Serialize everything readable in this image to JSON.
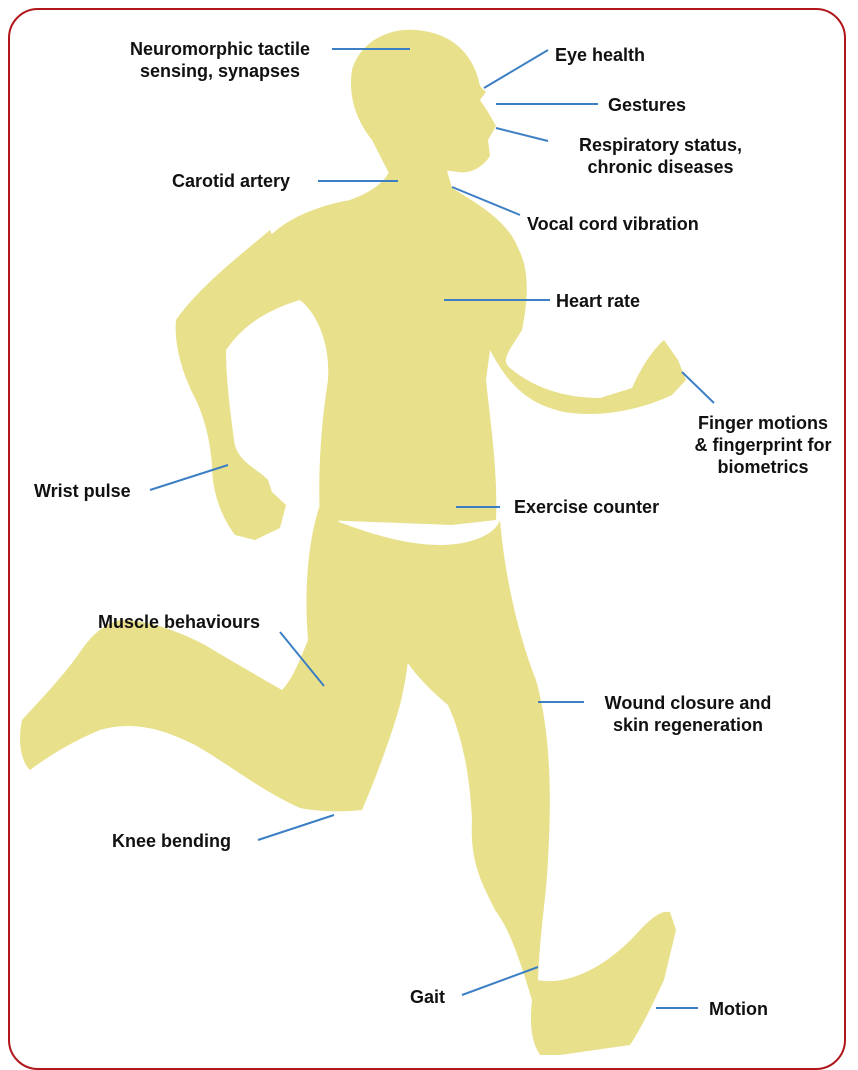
{
  "colors": {
    "frame": "#b0161b",
    "body": "#e8e08a",
    "leader": "#3d7fc4",
    "text": "#111111"
  },
  "labels": {
    "neuromorphic": "Neuromorphic tactile\nsensing, synapses",
    "eye_health": "Eye health",
    "gestures": "Gestures",
    "respiratory": "Respiratory status,\nchronic diseases",
    "carotid": "Carotid artery",
    "vocal_cord": "Vocal cord vibration",
    "heart_rate": "Heart rate",
    "finger": "Finger motions\n& fingerprint  for\nbiometrics",
    "wrist_pulse": "Wrist pulse",
    "exercise": "Exercise counter",
    "muscle": "Muscle behaviours",
    "wound": "Wound closure and\nskin regeneration",
    "knee": "Knee bending",
    "gait": "Gait",
    "motion": "Motion"
  }
}
